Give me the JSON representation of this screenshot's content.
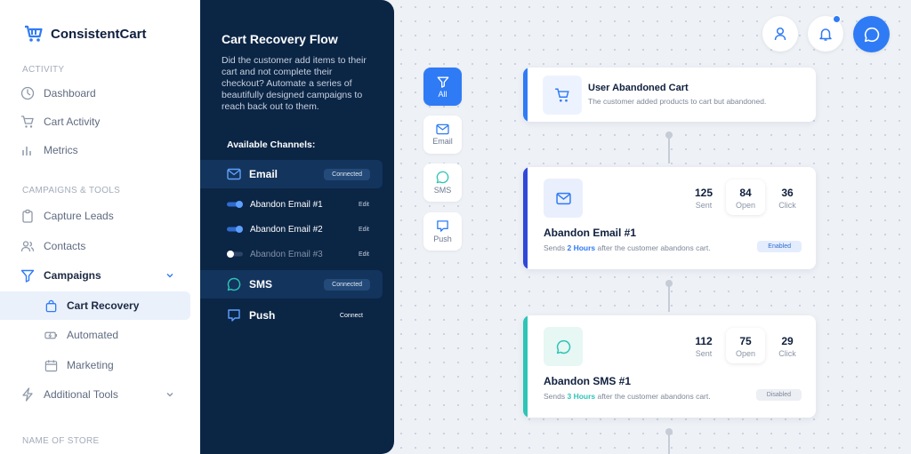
{
  "app": {
    "name": "ConsistentCart"
  },
  "sidebar": {
    "activity_title": "ACTIVITY",
    "activity": [
      {
        "label": "Dashboard"
      },
      {
        "label": "Cart Activity"
      },
      {
        "label": "Metrics"
      }
    ],
    "tools_title": "CAMPAIGNS & TOOLS",
    "capture": "Capture Leads",
    "contacts": "Contacts",
    "campaigns": "Campaigns",
    "sub": [
      {
        "label": "Cart Recovery"
      },
      {
        "label": "Automated"
      },
      {
        "label": "Marketing"
      }
    ],
    "additional": "Additional Tools",
    "store_title": "NAME OF STORE"
  },
  "panel": {
    "title": "Cart Recovery Flow",
    "description": "Did the customer add items to their cart and not complete their checkout? Automate a series of beautifully designed campaigns to reach back out to them.",
    "available": "Available Channels:",
    "email": {
      "label": "Email",
      "status": "Connected"
    },
    "emails": [
      {
        "label": "Abandon Email #1",
        "edit": "Edit"
      },
      {
        "label": "Abandon Email #2",
        "edit": "Edit"
      },
      {
        "label": "Abandon Email #3",
        "edit": "Edit"
      }
    ],
    "sms": {
      "label": "SMS",
      "status": "Connected"
    },
    "push": {
      "label": "Push",
      "status": "Connect"
    }
  },
  "filters": [
    {
      "label": "All"
    },
    {
      "label": "Email"
    },
    {
      "label": "SMS"
    },
    {
      "label": "Push"
    }
  ],
  "flow": {
    "trigger": {
      "title": "User Abandoned Cart",
      "subtitle": "The customer added products to cart but abandoned."
    },
    "email": {
      "title": "Abandon Email #1",
      "sends_prefix": "Sends",
      "delay": "2 Hours",
      "sends_suffix": "after the customer abandons cart.",
      "sent": "125",
      "sent_label": "Sent",
      "open": "84",
      "open_label": "Open",
      "click": "36",
      "click_label": "Click",
      "status": "Enabled"
    },
    "sms": {
      "title": "Abandon SMS #1",
      "sends_prefix": "Sends",
      "delay": "3 Hours",
      "sends_suffix": "after the customer abandons cart.",
      "sent": "112",
      "sent_label": "Sent",
      "open": "75",
      "open_label": "Open",
      "click": "29",
      "click_label": "Click",
      "status": "Disabled"
    }
  },
  "colors": {
    "primary": "#2f7bf5",
    "navy": "#0b2545",
    "sms": "#2ec4b6"
  }
}
